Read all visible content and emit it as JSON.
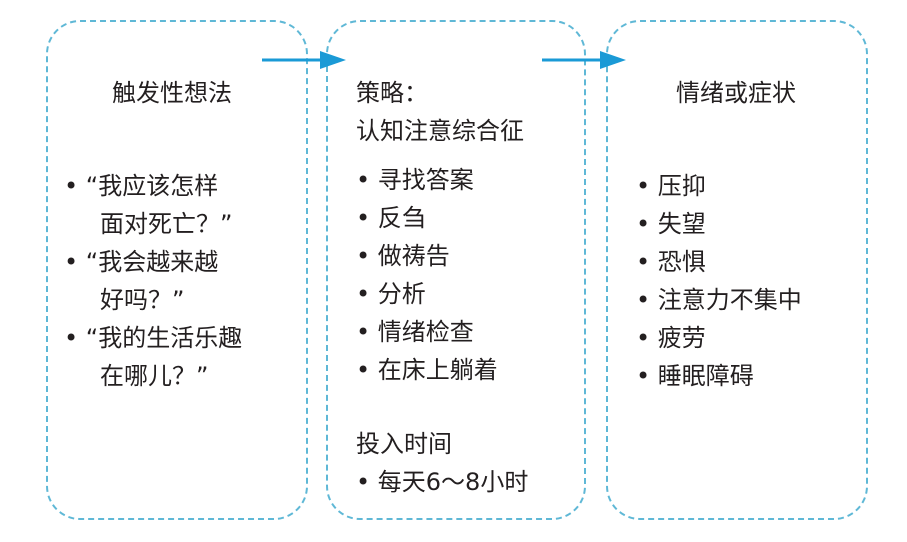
{
  "boxes": [
    {
      "title": "触发性想法",
      "items": [
        "•  “我应该怎样",
        "面对死亡？”",
        "•  “我会越来越",
        "好吗？”",
        "•  “我的生活乐趣",
        "在哪儿？”"
      ]
    },
    {
      "title_line1": "策略：",
      "title_line2": "认知注意综合征",
      "items": [
        "• 寻找答案",
        "• 反刍",
        "• 做祷告",
        "• 分析",
        "• 情绪检查",
        "• 在床上躺着"
      ],
      "time_title": "投入时间",
      "time_value": "• 每天6～8小时"
    },
    {
      "title": "情绪或症状",
      "items": [
        "• 压抑",
        "• 失望",
        "• 恐惧",
        "• 注意力不集中",
        "• 疲劳",
        "• 睡眠障碍"
      ]
    }
  ],
  "colors": {
    "border": "#5fb8d6",
    "arrow": "#1a9ad6"
  }
}
